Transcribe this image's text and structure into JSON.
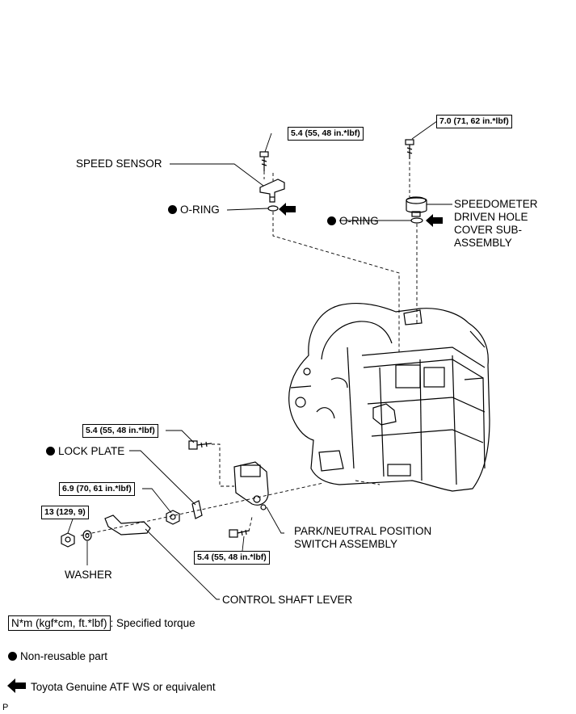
{
  "labels": {
    "speed_sensor": "SPEED SENSOR",
    "oring_left": "O-RING",
    "oring_right": "O-RING",
    "speedometer_l1": "SPEEDOMETER",
    "speedometer_l2": "DRIVEN HOLE",
    "speedometer_l3": "COVER SUB-",
    "speedometer_l4": "ASSEMBLY",
    "lock_plate": "LOCK PLATE",
    "park_l1": "PARK/NEUTRAL POSITION",
    "park_l2": "SWITCH ASSEMBLY",
    "washer": "WASHER",
    "control_shaft_lever": "CONTROL SHAFT LEVER"
  },
  "torques": {
    "speed_sensor_bolt": "5.4 (55, 48 in.*lbf)",
    "speedometer_bolt": "7.0 (71, 62 in.*lbf)",
    "switch_bolt_upper": "5.4 (55, 48 in.*lbf)",
    "lock_plate_nut": "6.9 (70, 61 in.*lbf)",
    "lever_nut": "13 (129, 9)",
    "switch_bolt_lower": "5.4 (55, 48 in.*lbf)"
  },
  "legend": {
    "torque_unit": "N*m (kgf*cm, ft.*lbf)",
    "torque_desc": ": Specified torque",
    "nonreusable": "Non-reusable part",
    "atf": "Toyota Genuine ATF WS or equivalent"
  },
  "footer_code": "P"
}
